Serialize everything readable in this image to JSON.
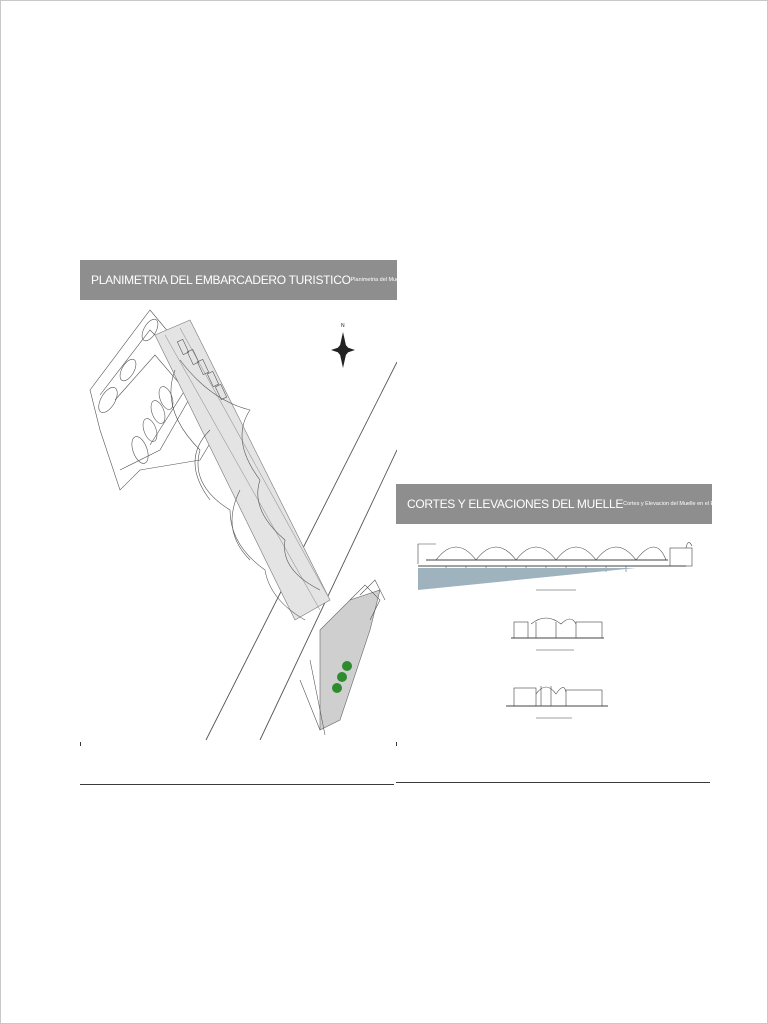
{
  "left_panel": {
    "title": "PLANIMETRIA DEL EMBARCADERO TURISTICO",
    "subtitle": "Planimetria del Muelle en el Embarcadero Turistico",
    "north_label": "N",
    "tree_color": "#2e8b2e"
  },
  "right_panel": {
    "title": "CORTES Y ELEVACIONES DEL MUELLE",
    "subtitle": "Cortes y Elevacion del Muelle en el Embarcadero Turistico",
    "water_color": "#9fb3bf"
  },
  "colors": {
    "title_bar": "#8e8e8e",
    "title_text": "#ffffff",
    "line": "#3a3a3a"
  }
}
